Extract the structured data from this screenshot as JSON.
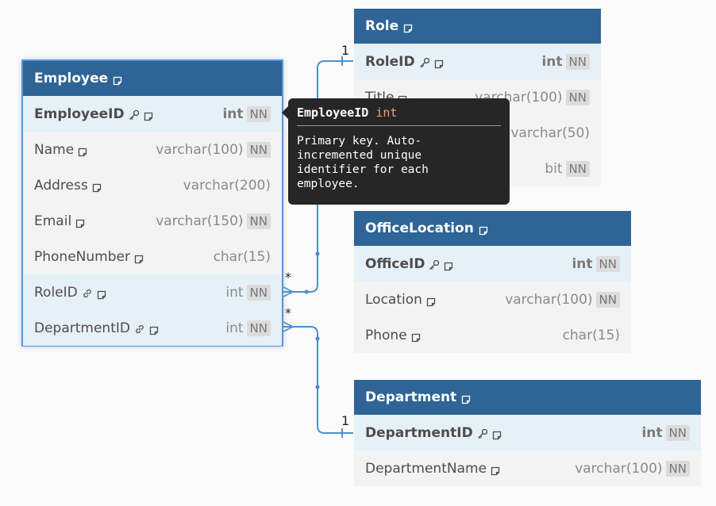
{
  "tables": {
    "employee": {
      "name": "Employee",
      "fields": [
        {
          "name": "EmployeeID",
          "type": "int",
          "nn": "NN"
        },
        {
          "name": "Name",
          "type": "varchar(100)",
          "nn": "NN"
        },
        {
          "name": "Address",
          "type": "varchar(200)"
        },
        {
          "name": "Email",
          "type": "varchar(150)",
          "nn": "NN"
        },
        {
          "name": "PhoneNumber",
          "type": "char(15)"
        },
        {
          "name": "RoleID",
          "type": "int",
          "nn": "NN"
        },
        {
          "name": "DepartmentID",
          "type": "int",
          "nn": "NN"
        }
      ]
    },
    "role": {
      "name": "Role",
      "fields": [
        {
          "name": "RoleID",
          "type": "int",
          "nn": "NN"
        },
        {
          "name": "Title",
          "type": "varchar(100)",
          "nn": "NN"
        },
        {
          "name": "",
          "type": "varchar(50)"
        },
        {
          "name": "",
          "type": "bit",
          "nn": "NN"
        }
      ]
    },
    "officelocation": {
      "name": "OfficeLocation",
      "fields": [
        {
          "name": "OfficeID",
          "type": "int",
          "nn": "NN"
        },
        {
          "name": "Location",
          "type": "varchar(100)",
          "nn": "NN"
        },
        {
          "name": "Phone",
          "type": "char(15)"
        }
      ]
    },
    "department": {
      "name": "Department",
      "fields": [
        {
          "name": "DepartmentID",
          "type": "int",
          "nn": "NN"
        },
        {
          "name": "DepartmentName",
          "type": "varchar(100)",
          "nn": "NN"
        }
      ]
    }
  },
  "relationships": {
    "role": {
      "one": "1",
      "many": "*"
    },
    "department": {
      "one": "1",
      "many": "*"
    }
  },
  "tooltip": {
    "field": "EmployeeID",
    "type": "int",
    "note": "Primary key. Auto-\nincremented unique\nidentifier for each\nemployee."
  },
  "colors": {
    "header": "#2e6496",
    "edge": "#4d8fd0",
    "selection": "#5b95d4",
    "tooltip_bg": "#262626",
    "tooltip_type": "#f0a07a"
  },
  "icons": {
    "note": "note-icon",
    "primary_key": "key-icon",
    "foreign_key": "link-icon"
  }
}
